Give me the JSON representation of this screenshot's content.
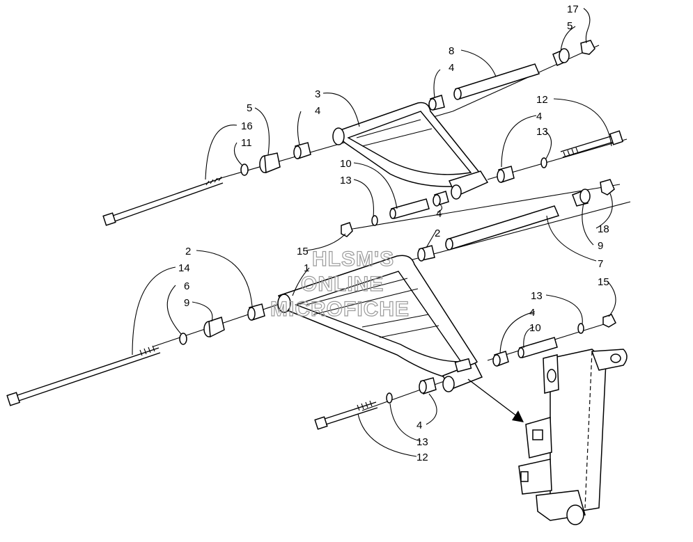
{
  "watermark": {
    "line1": "HLSM'S",
    "line2": "ONLINE",
    "line3": "MICROFICHE"
  },
  "callouts": [
    {
      "id": "c1",
      "text": "17"
    },
    {
      "id": "c2",
      "text": "5"
    },
    {
      "id": "c3",
      "text": "8"
    },
    {
      "id": "c4",
      "text": "4"
    },
    {
      "id": "c5",
      "text": "3"
    },
    {
      "id": "c6",
      "text": "4"
    },
    {
      "id": "c7",
      "text": "5"
    },
    {
      "id": "c8",
      "text": "16"
    },
    {
      "id": "c9",
      "text": "11"
    },
    {
      "id": "c10",
      "text": "12"
    },
    {
      "id": "c11",
      "text": "4"
    },
    {
      "id": "c12",
      "text": "13"
    },
    {
      "id": "c13",
      "text": "10"
    },
    {
      "id": "c14",
      "text": "13"
    },
    {
      "id": "c15",
      "text": "4"
    },
    {
      "id": "c16",
      "text": "18"
    },
    {
      "id": "c17",
      "text": "9"
    },
    {
      "id": "c18",
      "text": "7"
    },
    {
      "id": "c19",
      "text": "2"
    },
    {
      "id": "c20",
      "text": "15"
    },
    {
      "id": "c21",
      "text": "1"
    },
    {
      "id": "c22",
      "text": "2"
    },
    {
      "id": "c23",
      "text": "14"
    },
    {
      "id": "c24",
      "text": "6"
    },
    {
      "id": "c25",
      "text": "9"
    },
    {
      "id": "c26",
      "text": "13"
    },
    {
      "id": "c27",
      "text": "15"
    },
    {
      "id": "c28",
      "text": "4"
    },
    {
      "id": "c29",
      "text": "10"
    },
    {
      "id": "c30",
      "text": "4"
    },
    {
      "id": "c31",
      "text": "13"
    },
    {
      "id": "c32",
      "text": "12"
    }
  ]
}
